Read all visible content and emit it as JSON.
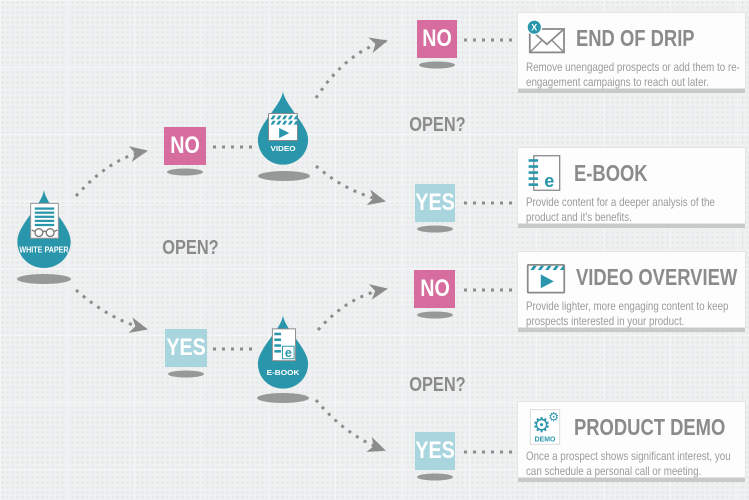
{
  "labels": {
    "no": "NO",
    "yes": "YES",
    "open_question": "OPEN?"
  },
  "drops": {
    "white_paper": {
      "label": "WHITE PAPER"
    },
    "video": {
      "label": "VIDEO"
    },
    "ebook": {
      "label": "E-BOOK"
    }
  },
  "icons": {
    "gear_glyph": "⚙",
    "envelope_badge_x": "X",
    "ebook_letter": "e",
    "demo_label": "DEMO"
  },
  "cards": [
    {
      "icon": "envelope-x-icon",
      "title": "END OF DRIP",
      "description": "Remove unengaged prospects or add them to re-engagement campaigns to reach out later."
    },
    {
      "icon": "ebook-icon",
      "title": "E-BOOK",
      "description": "Provide content for a deeper analysis of the product and it's benefits."
    },
    {
      "icon": "video-clapperboard-icon",
      "title": "VIDEO OVERVIEW",
      "description": "Provide lighter, more engaging content to keep prospects interested in your product."
    },
    {
      "icon": "gears-demo-icon",
      "title": "PRODUCT DEMO",
      "description": "Once a prospect shows significant interest, you can schedule a personal call or meeting."
    }
  ],
  "colors": {
    "teal": "#2a96ac",
    "pink": "#d76d9e",
    "light_blue": "#a9d5de",
    "connector_gray": "#8c8c8c",
    "title_gray": "#8b8b8b",
    "body_gray": "#9b9b9b",
    "background": "#eef0f1",
    "card_background": "#fdfdfe"
  }
}
